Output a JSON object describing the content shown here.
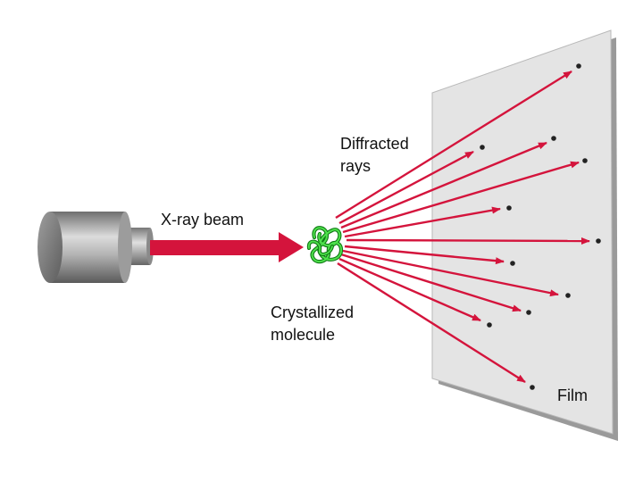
{
  "labels": {
    "beam": "X-ray beam",
    "rays_line1": "Diffracted",
    "rays_line2": "rays",
    "molecule_line1": "Crystallized",
    "molecule_line2": "molecule",
    "film": "Film"
  },
  "colors": {
    "ray": "#d4143c",
    "beam": "#d4143c",
    "film": "#e4e4e4",
    "film_shadow": "#9a9a9a",
    "molecule": "#22c42a",
    "source_body": "#9a9a9a",
    "spot": "#222222"
  },
  "icons": {
    "source": "x-ray-source-icon",
    "molecule": "crystallized-molecule-icon",
    "film": "film-plate"
  }
}
